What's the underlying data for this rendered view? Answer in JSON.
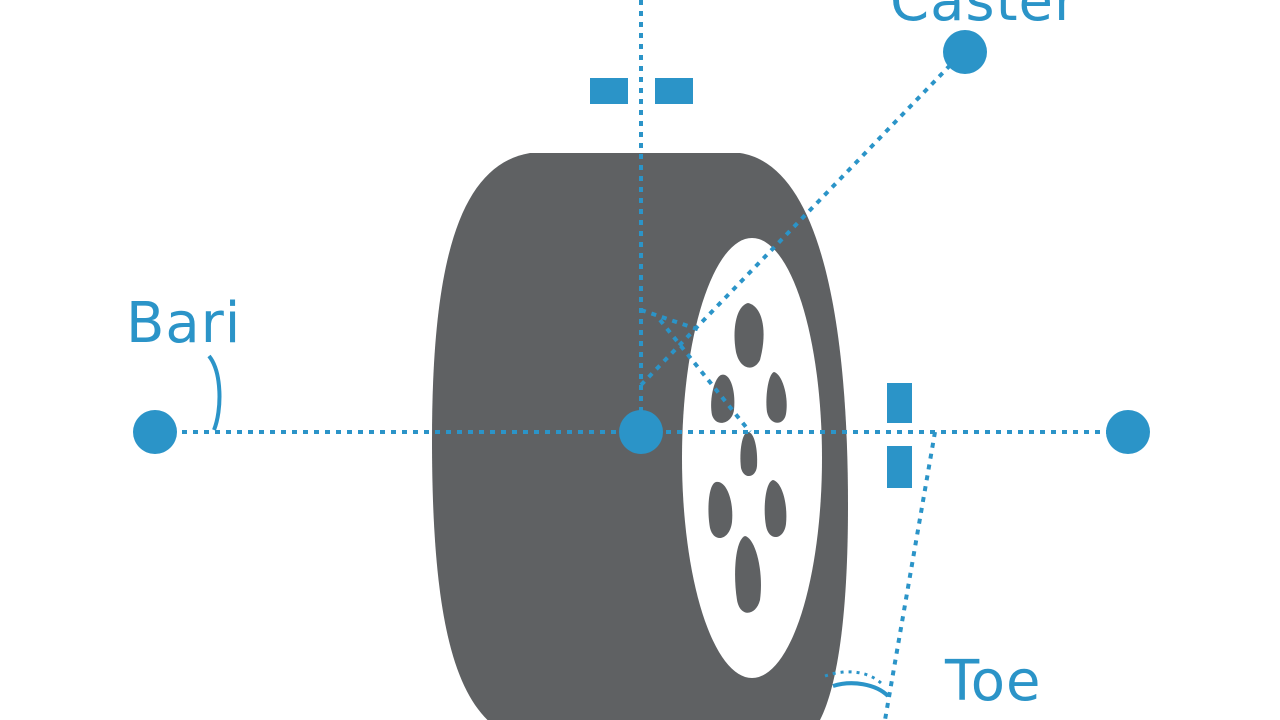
{
  "labels": {
    "caster": "Caster",
    "camber": "Bari",
    "toe": "Toe"
  },
  "colors": {
    "accent": "#2b94c8",
    "tire": "#5f6163",
    "wheel": "#ffffff",
    "background": "#ffffff"
  }
}
